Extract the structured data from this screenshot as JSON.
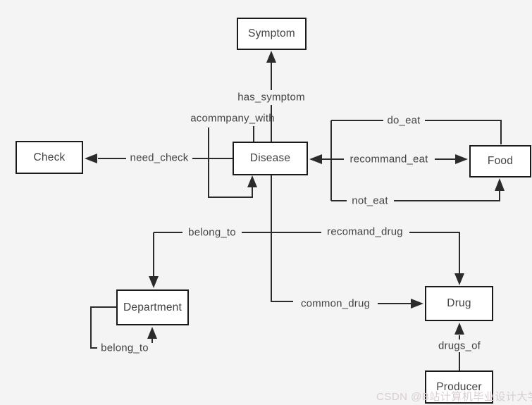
{
  "theme": {
    "canvas-bg": "#f4f4f5",
    "node-fill": "#ffffff",
    "node-border": "#1a1a1a",
    "edge-line": "#2b2b2b",
    "label-text": "#424242",
    "watermark-color": "#d8cdd1"
  },
  "diagram": {
    "nodes": {
      "symptom": {
        "label": "Symptom"
      },
      "check": {
        "label": "Check"
      },
      "disease": {
        "label": "Disease"
      },
      "food": {
        "label": "Food"
      },
      "department": {
        "label": "Department"
      },
      "drug": {
        "label": "Drug"
      },
      "producer": {
        "label": "Producer"
      }
    },
    "edges": {
      "has_symptom": {
        "label": "has_symptom"
      },
      "acommpany_with": {
        "label": "acommpany_with"
      },
      "need_check": {
        "label": "need_check"
      },
      "do_eat": {
        "label": "do_eat"
      },
      "recommand_eat": {
        "label": "recommand_eat"
      },
      "not_eat": {
        "label": "not_eat"
      },
      "belong_to_department": {
        "label": "belong_to"
      },
      "recomand_drug": {
        "label": "recomand_drug"
      },
      "common_drug": {
        "label": "common_drug"
      },
      "belong_to_lower": {
        "label": "belong_to"
      },
      "drugs_of": {
        "label": "drugs_of"
      }
    }
  },
  "watermark": {
    "text": "CSDN @B站计算机毕业设计大学"
  }
}
